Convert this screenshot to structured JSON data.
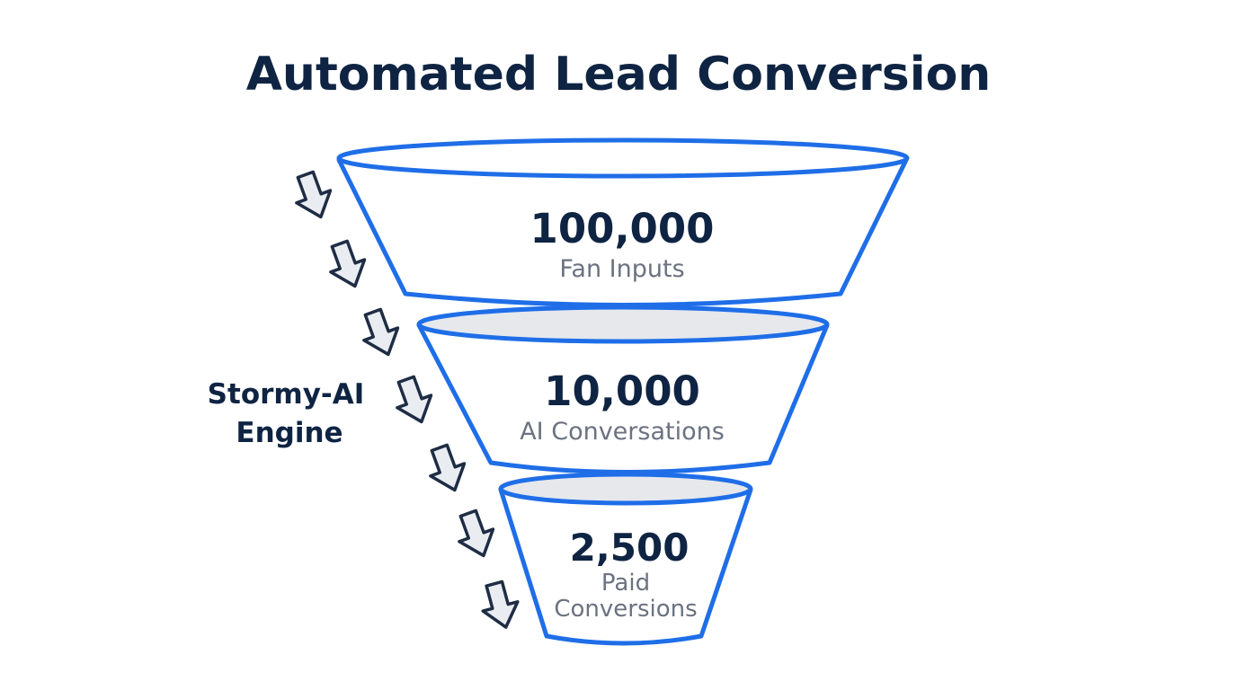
{
  "title": "Automated Lead Conversion",
  "engine": {
    "line1": "Stormy-AI",
    "line2": "Engine"
  },
  "stages": [
    {
      "value": "100,000",
      "label": "Fan Inputs"
    },
    {
      "value": "10,000",
      "label": "AI Conversations"
    },
    {
      "value": "2,500",
      "label_line1": "Paid",
      "label_line2": "Conversions"
    }
  ],
  "colors": {
    "funnel_stroke": "#1f6ee8",
    "title": "#0f2443",
    "label": "#6b7280",
    "inner_shade": "#e6e8ec",
    "arrow_stroke": "#1e2d44",
    "arrow_fill": "#e9ecf1"
  },
  "icons": {
    "flow_arrow": "down-right-arrow-icon"
  }
}
